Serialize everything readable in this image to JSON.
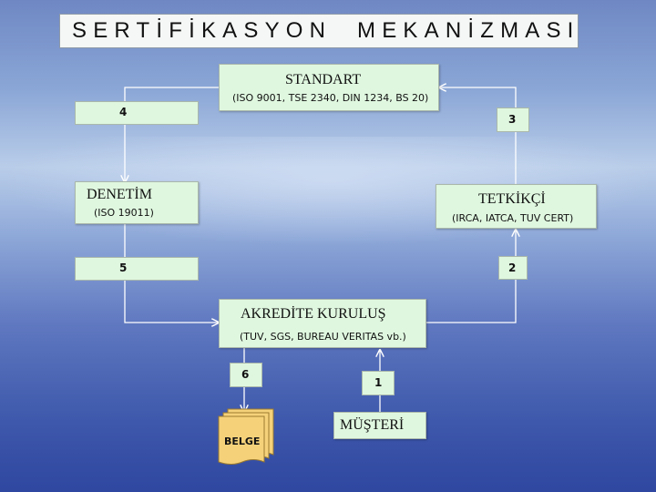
{
  "title": {
    "part1": "SERTİFİKASYON",
    "part2": "MEKANİZMASI"
  },
  "nodes": {
    "standart": {
      "label": "STANDART",
      "sub": "(ISO 9001, TSE 2340, DIN 1234, BS 20)"
    },
    "denetim": {
      "label": "DENETİM",
      "sub": "(ISO 19011)"
    },
    "tetkikci": {
      "label": "TETKİKÇİ",
      "sub": "(IRCA, IATCA, TUV CERT)"
    },
    "akredite": {
      "label": "AKREDİTE KURULUŞ",
      "sub": "(TUV, SGS, BUREAU  VERITAS vb.)"
    },
    "musteri": {
      "label": "MÜŞTERİ"
    },
    "belge": {
      "label": "BELGE"
    }
  },
  "steps": {
    "s1": "1",
    "s2": "2",
    "s3": "3",
    "s4": "4",
    "s5": "5",
    "s6": "6"
  },
  "colors": {
    "box_fill": "#dff7df",
    "document_fill": "#f5d27a",
    "line": "#ffffff"
  }
}
